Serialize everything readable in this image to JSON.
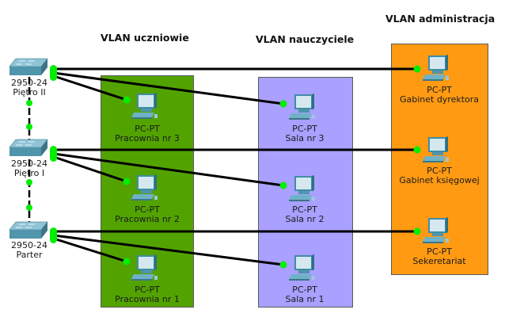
{
  "vlans": [
    {
      "id": "uczniowie",
      "title": "VLAN uczniowie",
      "color": "#52a300"
    },
    {
      "id": "nauczyciele",
      "title": "VLAN nauczyciele",
      "color": "#a9a0ff"
    },
    {
      "id": "administracja",
      "title": "VLAN administracja",
      "color": "#ff9a12"
    }
  ],
  "switches": [
    {
      "model": "2950-24",
      "name": "Piętro II"
    },
    {
      "model": "2950-24",
      "name": "Piętro I"
    },
    {
      "model": "2950-24",
      "name": "Parter"
    }
  ],
  "pcs": {
    "uczniowie": [
      {
        "type": "PC-PT",
        "name": "Pracownia nr 3"
      },
      {
        "type": "PC-PT",
        "name": "Pracownia nr 2"
      },
      {
        "type": "PC-PT",
        "name": "Pracownia nr 1"
      }
    ],
    "nauczyciele": [
      {
        "type": "PC-PT",
        "name": "Sala nr 3"
      },
      {
        "type": "PC-PT",
        "name": "Sala nr 2"
      },
      {
        "type": "PC-PT",
        "name": "Sala nr 1"
      }
    ],
    "administracja": [
      {
        "type": "PC-PT",
        "name": "Gabinet dyrektora"
      },
      {
        "type": "PC-PT",
        "name": "Gabinet księgowej"
      },
      {
        "type": "PC-PT",
        "name": "Sekeretariat"
      }
    ]
  },
  "colors": {
    "link_up": "#00ee00",
    "cable": "#000000"
  }
}
